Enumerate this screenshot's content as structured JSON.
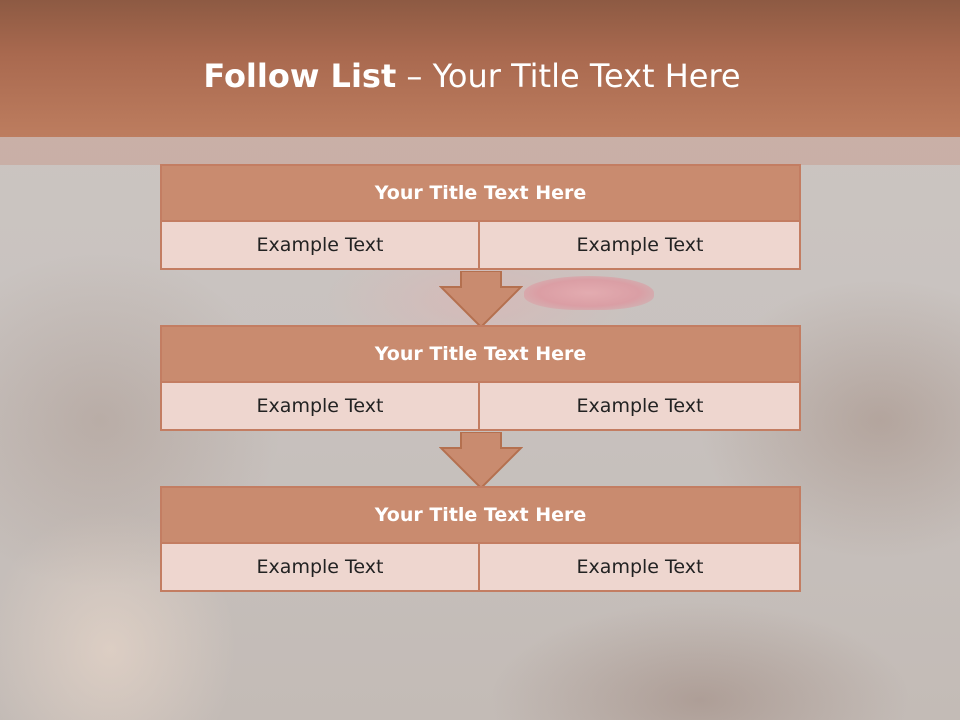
{
  "title": {
    "strong": "Follow List",
    "rest": " – Your Title Text Here"
  },
  "blocks": [
    {
      "heading": "Your Title Text Here",
      "left": "Example Text",
      "right": "Example Text"
    },
    {
      "heading": "Your Title Text Here",
      "left": "Example Text",
      "right": "Example Text"
    },
    {
      "heading": "Your Title Text Here",
      "left": "Example Text",
      "right": "Example Text"
    }
  ],
  "colors": {
    "header": "#bd7d5f",
    "block_head": "#c98b6f",
    "block_body": "#eed6cf",
    "border": "#c37d62"
  }
}
